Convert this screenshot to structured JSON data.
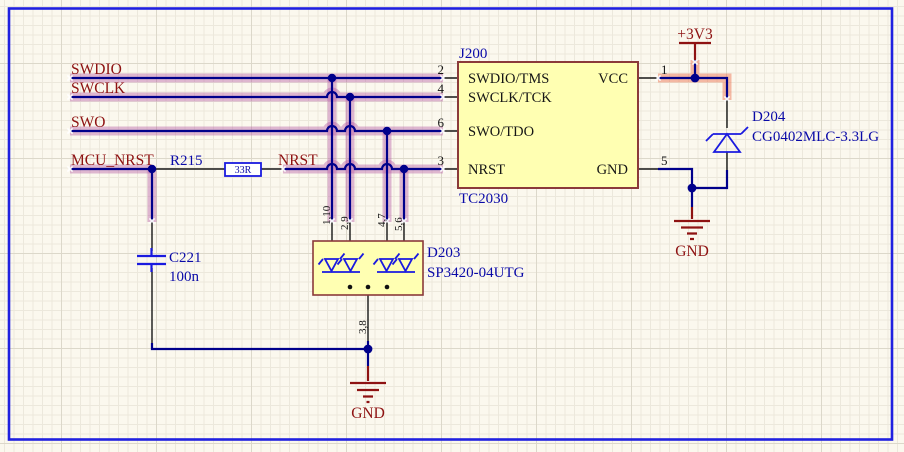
{
  "colors": {
    "sheet-bg": "#FBF8EE",
    "grid-minor": "#ECE8DC",
    "grid-major": "#DCD8CA",
    "sheet-border": "#2020E0",
    "wire": "#00008B",
    "pin-black": "#161616",
    "symbol-blue": "#1A1ADF",
    "symbol-red": "#8E1212",
    "text-blue": "#0A0AA8",
    "text-red": "#8E1212",
    "comp-fill": "#FFFFB2",
    "comp-border": "#8B3A3A",
    "hl-pink": "#B55AA5",
    "hl-salmon": "#E9603C"
  },
  "nets": {
    "swdio": "SWDIO",
    "swclk": "SWCLK",
    "swo": "SWO",
    "mcu_nrst": "MCU_NRST",
    "nrst": "NRST"
  },
  "power": {
    "rail_3v3": "+3V3",
    "gnd_right": "GND",
    "gnd_bottom": "GND"
  },
  "connector": {
    "designator": "J200",
    "part": "TC2030",
    "left_pins": [
      {
        "num": "2",
        "name": "SWDIO/TMS"
      },
      {
        "num": "4",
        "name": "SWCLK/TCK"
      },
      {
        "num": "6",
        "name": "SWO/TDO"
      },
      {
        "num": "3",
        "name": "NRST"
      }
    ],
    "right_pins": [
      {
        "num": "1",
        "name": "VCC"
      },
      {
        "num": "5",
        "name": "GND"
      }
    ]
  },
  "resistor": {
    "designator": "R215",
    "value": "33R"
  },
  "capacitor": {
    "designator": "C221",
    "value": "100n"
  },
  "tvs": {
    "designator": "D203",
    "part": "SP3420-04UTG",
    "top_pins": [
      "1,10",
      "2,9",
      "4,7",
      "5,6"
    ],
    "bottom_pin": "3,8"
  },
  "zener": {
    "designator": "D204",
    "part": "CG0402MLC-3.3LG"
  }
}
